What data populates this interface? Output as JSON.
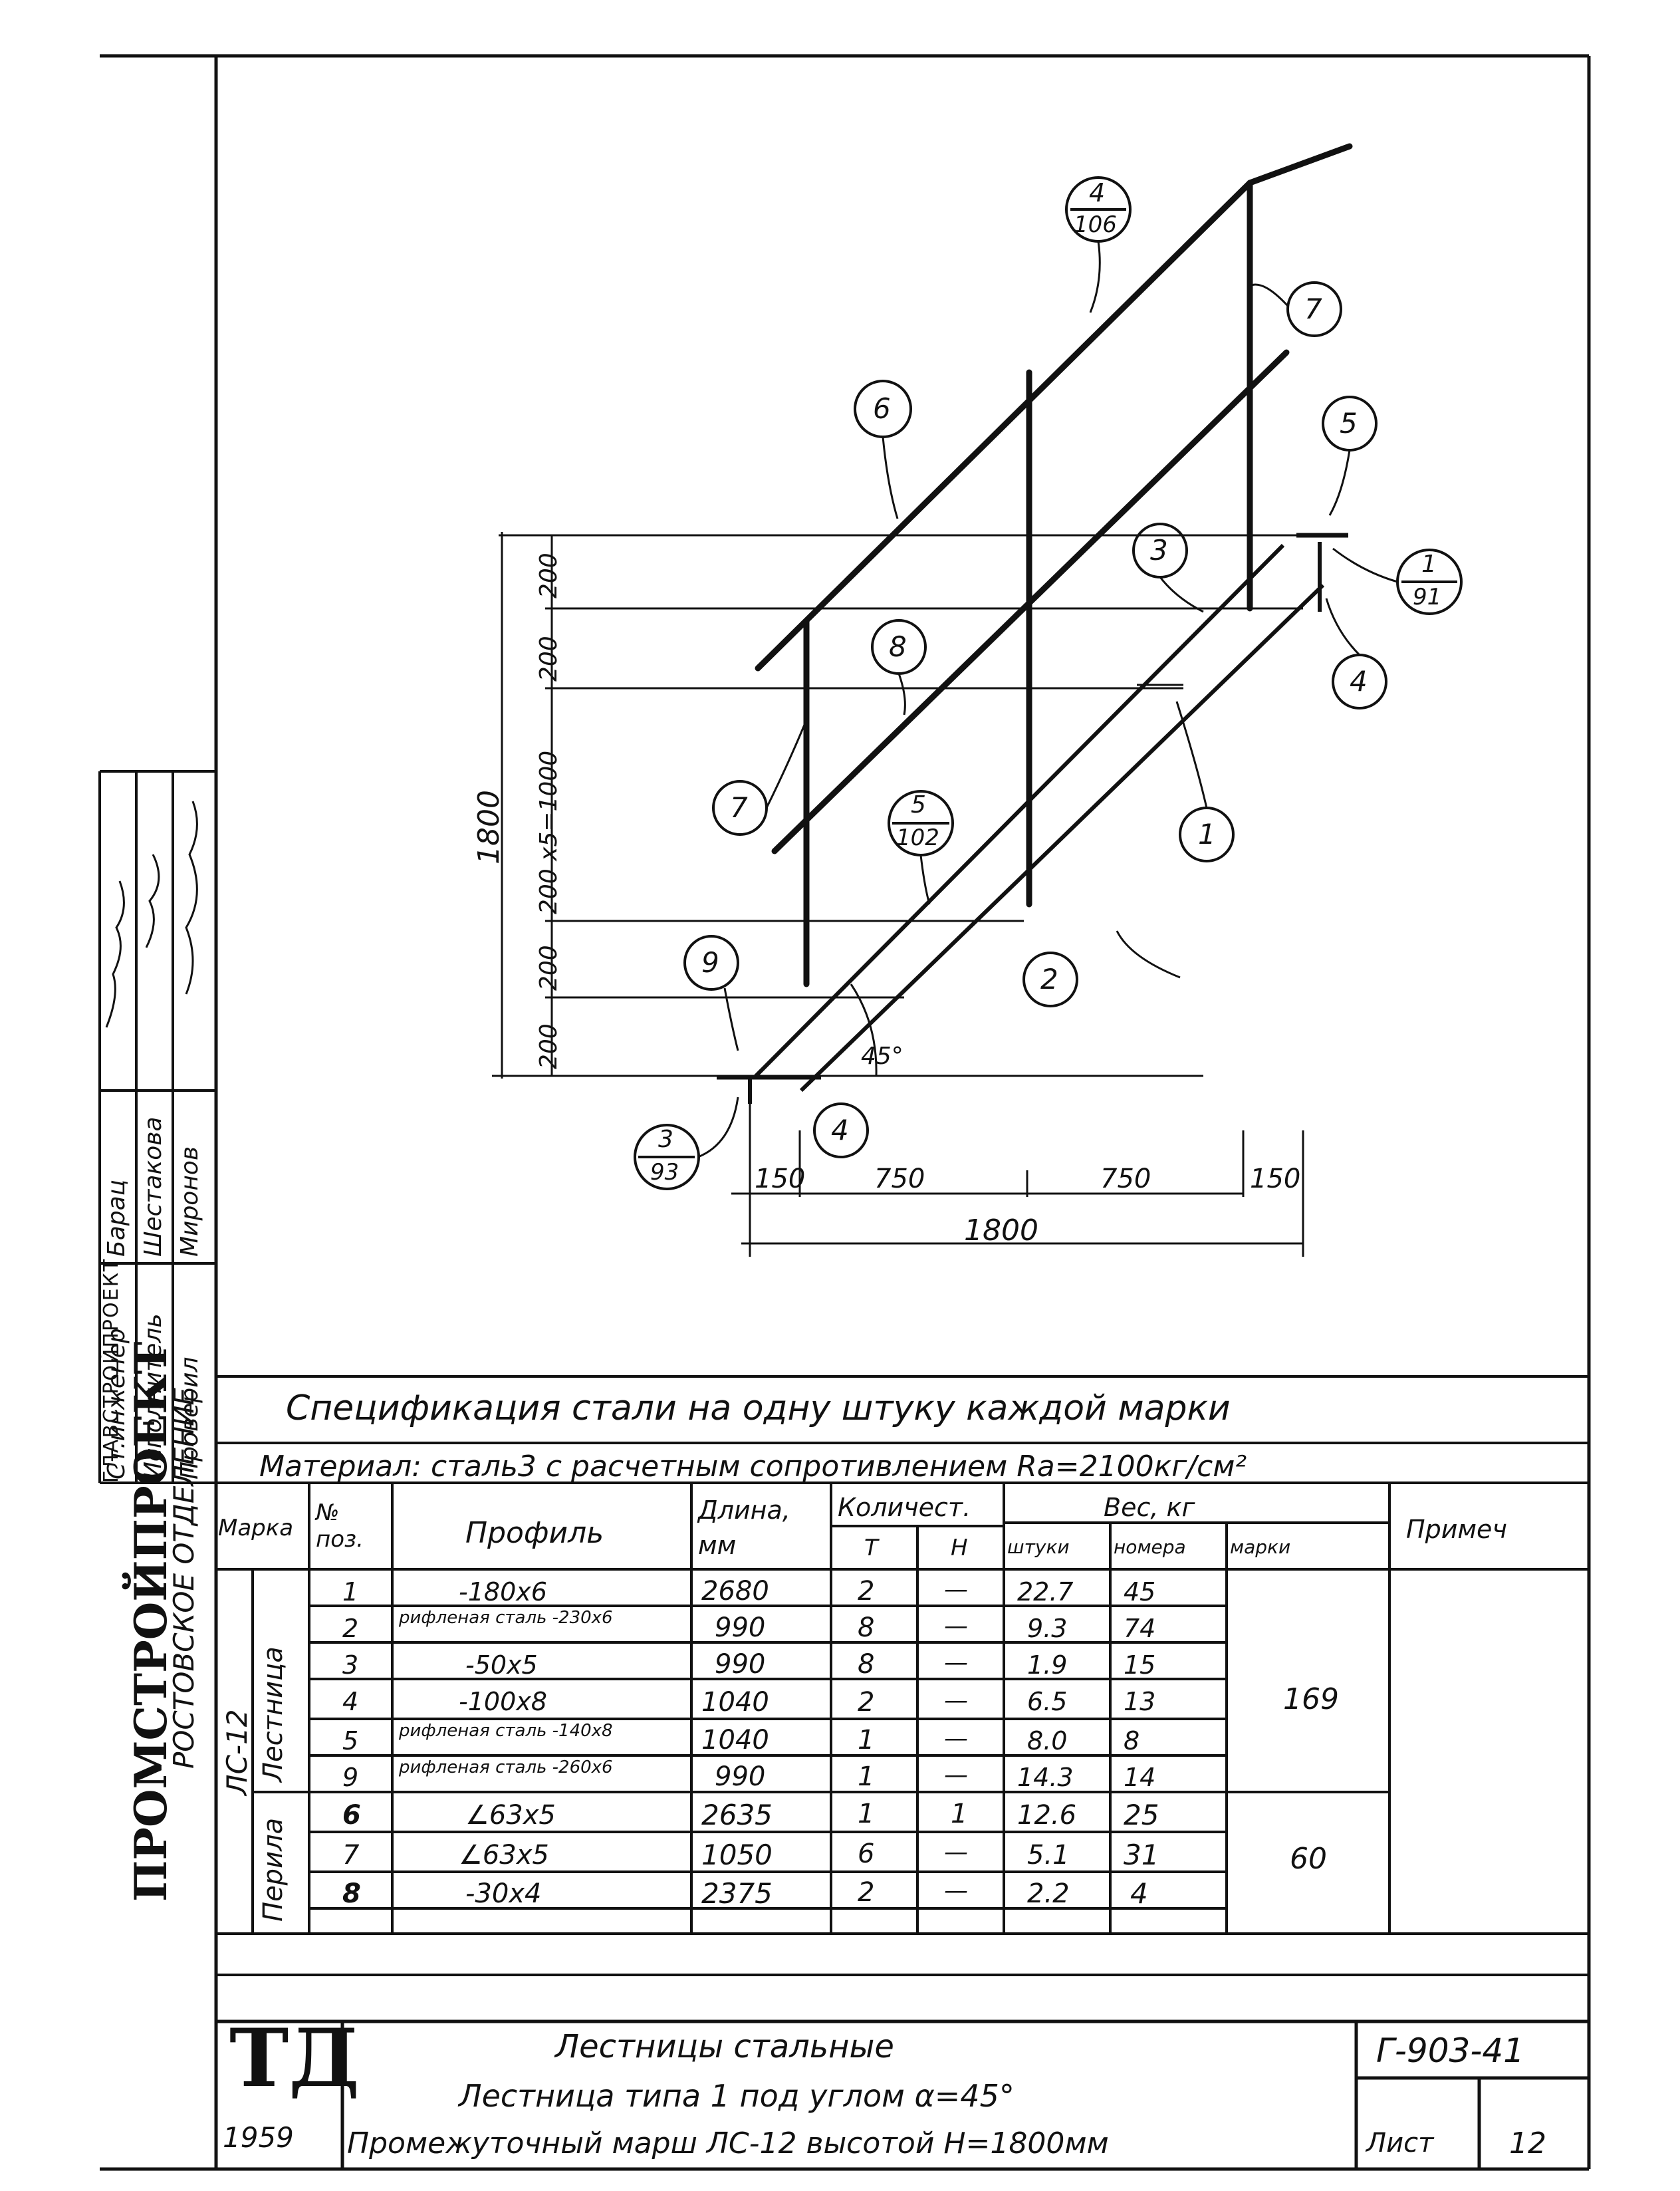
{
  "drawing": {
    "callouts": {
      "c4_106": {
        "top": "4",
        "bottom": "106"
      },
      "c7a": "7",
      "c6": "6",
      "c5a": "5",
      "c3a": "3",
      "c1_91": {
        "top": "1",
        "bottom": "91"
      },
      "c4a": "4",
      "c8": "8",
      "c7b": "7",
      "c5_102": {
        "top": "5",
        "bottom": "102"
      },
      "c1": "1",
      "c9": "9",
      "c2": "2",
      "c3_93": {
        "top": "3",
        "bottom": "93"
      },
      "c4b": "4"
    },
    "angle": "45°",
    "dims": {
      "height_total": "1800",
      "v_200_top": "200",
      "v_200_2": "200",
      "v_200x5": "200 x5=1000",
      "v_200_4": "200",
      "v_200_bottom": "200",
      "h_150_left": "150",
      "h_750_left": "750",
      "h_750_right": "750",
      "h_150_right": "150",
      "width_total": "1800"
    }
  },
  "left_stamp": {
    "org_line1": "ГЛАВСТРОЙПРОЕКТ",
    "org_line2": "ПРОМСТРОЙПРОЕКТ",
    "org_line3": "РОСТОВСКОЕ ОТДЕЛЕНИЕ",
    "rows": [
      {
        "role": "Ст.инженер",
        "name": "Барац"
      },
      {
        "role": "Исполнитель",
        "name": "Шестакова"
      },
      {
        "role": "Проверил",
        "name": "Миронов"
      }
    ]
  },
  "spec": {
    "title": "Спецификация стали на одну штуку каждой марки",
    "material": "Материал: сталь3 с расчетным сопротивлением Rа=2100кг/см²",
    "headers": {
      "marka": "Марка",
      "pos": "№ поз.",
      "profile": "Профиль",
      "length": "Длина, мм",
      "qty": "Количест.",
      "qty_t": "Т",
      "qty_n": "Н",
      "weight": "Вес, кг",
      "w_piece": "штуки",
      "w_pos": "номера",
      "w_mark": "марки",
      "note": "Примеч"
    },
    "mark": "ЛС-12",
    "group1": "Лестница",
    "group2": "Перила",
    "rows": [
      {
        "pos": "1",
        "profile": "-180x6",
        "length": "2680",
        "t": "2",
        "n": "—",
        "piece": "22.7",
        "posw": "45"
      },
      {
        "pos": "2",
        "profile": "рифленая сталь -230x6",
        "length": "990",
        "t": "8",
        "n": "—",
        "piece": "9.3",
        "posw": "74"
      },
      {
        "pos": "3",
        "profile": "-50x5",
        "length": "990",
        "t": "8",
        "n": "—",
        "piece": "1.9",
        "posw": "15"
      },
      {
        "pos": "4",
        "profile": "-100x8",
        "length": "1040",
        "t": "2",
        "n": "—",
        "piece": "6.5",
        "posw": "13"
      },
      {
        "pos": "5",
        "profile": "рифленая сталь -140x8",
        "length": "1040",
        "t": "1",
        "n": "—",
        "piece": "8.0",
        "posw": "8"
      },
      {
        "pos": "9",
        "profile": "рифленая сталь -260x6",
        "length": "990",
        "t": "1",
        "n": "—",
        "piece": "14.3",
        "posw": "14"
      },
      {
        "pos": "6",
        "profile": "∠63x5",
        "length": "2635",
        "t": "1",
        "n": "1",
        "piece": "12.6",
        "posw": "25"
      },
      {
        "pos": "7",
        "profile": "∠63x5",
        "length": "1050",
        "t": "6",
        "n": "—",
        "piece": "5.1",
        "posw": "31"
      },
      {
        "pos": "8",
        "profile": "-30x4",
        "length": "2375",
        "t": "2",
        "n": "—",
        "piece": "2.2",
        "posw": "4"
      }
    ],
    "mark_weight_1": "169",
    "mark_weight_2": "60"
  },
  "title_block": {
    "logo": "ТД",
    "year": "1959",
    "line1": "Лестницы стальные",
    "line2": "Лестница типа 1 под углом α=45°",
    "line3": "Промежуточный марш ЛС-12 высотой Н=1800мм",
    "code": "Г-903-41",
    "sheet_label": "Лист",
    "sheet_no": "12"
  }
}
